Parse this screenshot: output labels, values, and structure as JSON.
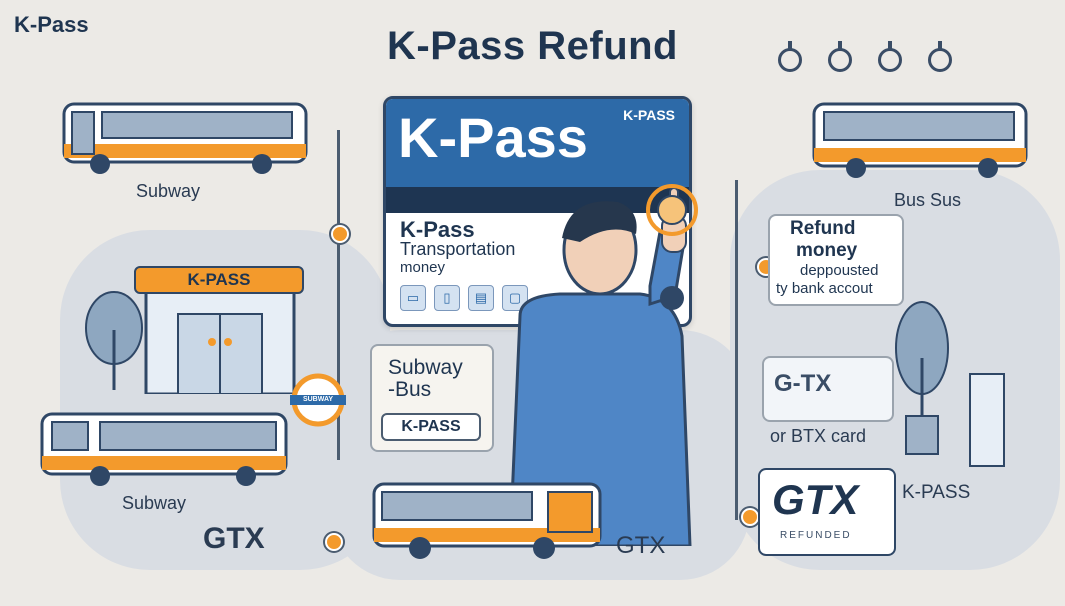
{
  "header": {
    "corner_label": "K-Pass",
    "title": "K-Pass Refund"
  },
  "card": {
    "brand": "K-Pass",
    "small_brand": "K-PASS",
    "line1": "K-Pass",
    "line2": "Transportation",
    "line3": "money"
  },
  "left": {
    "subway_top": "Subway",
    "station_sign": "K-PASS",
    "subway_bottom": "Subway",
    "gtx": "GTX",
    "roundel_text": "SUBWAY"
  },
  "center": {
    "panel_line1": "Subway",
    "panel_line2": "-Bus",
    "panel_button": "K-PASS",
    "gtx": "GTX"
  },
  "right": {
    "bus_label": "Bus Sus",
    "refund_line1": "Refund",
    "refund_line2": "money",
    "refund_line3": "deppousted",
    "refund_line4": "ty bank accout",
    "gtx_card": "G-TX",
    "gtx_card_caption": "or BTX card",
    "gtx_stamp": "GTX",
    "gtx_stamp_sub": "REFUNDED",
    "kpass": "K-PASS"
  },
  "colors": {
    "navy": "#1f3550",
    "card_blue": "#2d6aa8",
    "accent_orange": "#f39a2c",
    "shirt_blue": "#4f86c6"
  }
}
